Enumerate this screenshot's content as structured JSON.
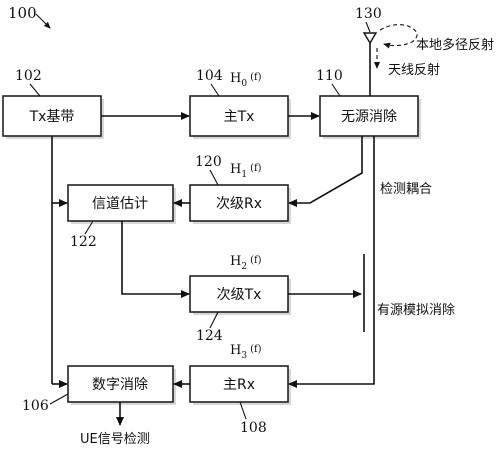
{
  "figure_number": "100",
  "blocks": {
    "tx_baseband": {
      "ref": "102",
      "label": "Tx基带"
    },
    "main_tx": {
      "ref": "104",
      "label": "主Tx",
      "transfer": "H",
      "sub": "0",
      "arg": "(f)"
    },
    "passive_cancel": {
      "ref": "110",
      "label": "无源消除"
    },
    "secondary_rx": {
      "ref": "120",
      "label": "次级Rx",
      "transfer": "H",
      "sub": "1",
      "arg": "(f)"
    },
    "channel_est": {
      "ref": "122",
      "label": "信道估计"
    },
    "secondary_tx": {
      "ref": "124",
      "label": "次级Tx",
      "transfer": "H",
      "sub": "2",
      "arg": "(f)"
    },
    "main_rx": {
      "ref": "108",
      "label": "主Rx",
      "transfer": "H",
      "sub": "3",
      "arg": "(f)"
    },
    "digital_cancel": {
      "ref": "106",
      "label": "数字消除"
    }
  },
  "antenna": {
    "ref": "130"
  },
  "annotations": {
    "local_multipath": "本地多径反射",
    "antenna_reflection": "天线反射",
    "detect_coupling": "检测耦合",
    "active_analog_cancel": "有源模拟消除",
    "ue_signal_detect": "UE信号检测"
  }
}
